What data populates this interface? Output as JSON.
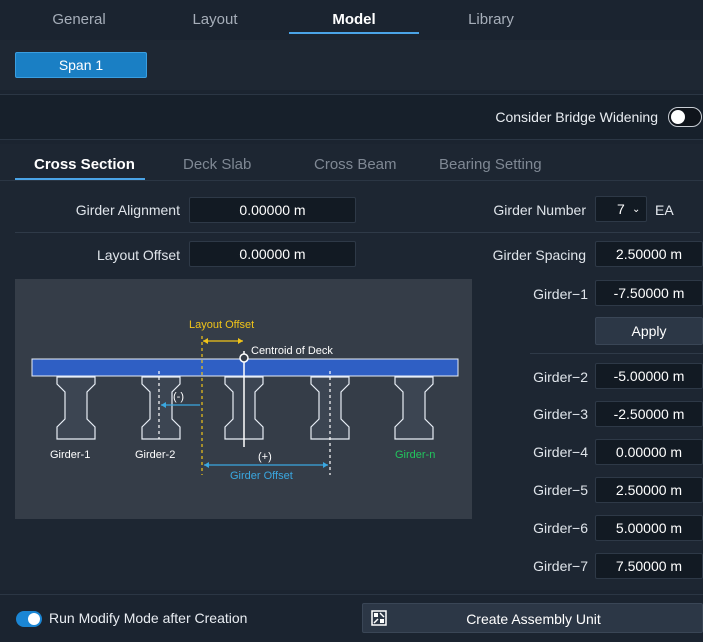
{
  "top_tabs": [
    {
      "label": "General"
    },
    {
      "label": "Layout"
    },
    {
      "label": "Model"
    },
    {
      "label": "Library"
    }
  ],
  "span": {
    "label": "Span 1"
  },
  "widening": {
    "label": "Consider Bridge Widening",
    "enabled": false
  },
  "sub_tabs": [
    {
      "label": "Cross Section"
    },
    {
      "label": "Deck Slab"
    },
    {
      "label": "Cross Beam"
    },
    {
      "label": "Bearing Setting"
    }
  ],
  "form": {
    "girder_alignment_label": "Girder Alignment",
    "girder_alignment_value": "0.00000 m",
    "layout_offset_label": "Layout Offset",
    "layout_offset_value": "0.00000 m",
    "girder_number_label": "Girder Number",
    "girder_number_value": "7",
    "girder_number_unit": "EA",
    "girder_spacing_label": "Girder Spacing",
    "girder_spacing_value": "2.50000 m",
    "apply_label": "Apply",
    "girders": [
      {
        "label": "Girder−1",
        "value": "-7.50000  m"
      },
      {
        "label": "Girder−2",
        "value": "-5.00000  m"
      },
      {
        "label": "Girder−3",
        "value": "-2.50000  m"
      },
      {
        "label": "Girder−4",
        "value": "0.00000  m"
      },
      {
        "label": "Girder−5",
        "value": "2.50000  m"
      },
      {
        "label": "Girder−6",
        "value": "5.00000  m"
      },
      {
        "label": "Girder−7",
        "value": "7.50000  m"
      }
    ]
  },
  "diagram": {
    "layout_offset": "Layout Offset",
    "centroid": "Centroid of Deck",
    "minus": "(-)",
    "plus": "(+)",
    "girder_1": "Girder-1",
    "girder_2": "Girder-2",
    "girder_n": "Girder-n",
    "girder_offset": "Girder Offset",
    "colors": {
      "deck": "#2f5fc4",
      "yellow": "#f0c419",
      "cyan": "#3aa7e0",
      "green": "#22c55e",
      "bg": "#353d48"
    }
  },
  "bottom": {
    "run_modify_label": "Run Modify Mode after Creation",
    "run_modify_enabled": true,
    "create_label": "Create Assembly Unit"
  }
}
